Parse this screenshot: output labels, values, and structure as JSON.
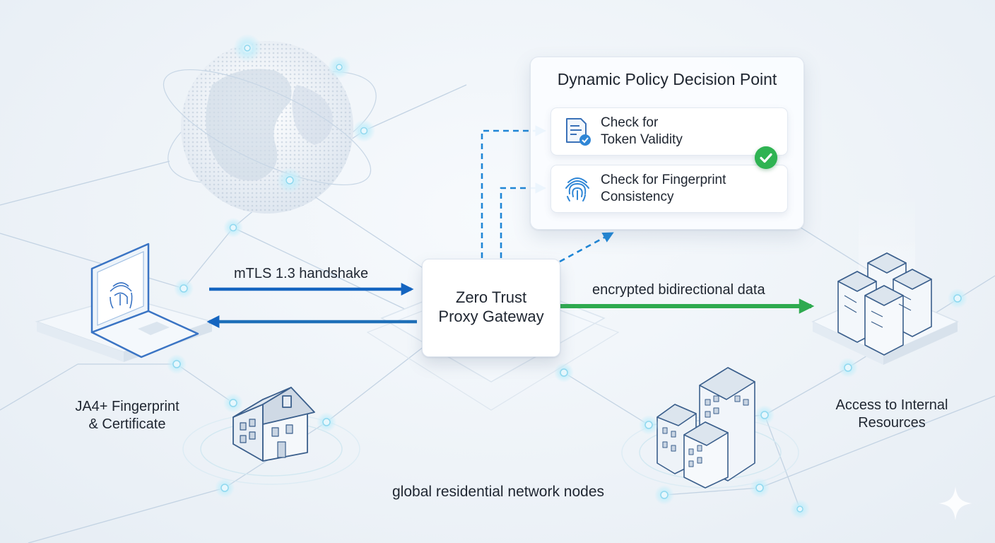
{
  "labels": {
    "handshake": "mTLS 1.3 handshake",
    "encrypted": "encrypted bidirectional data",
    "gateway_line1": "Zero Trust",
    "gateway_line2": "Proxy Gateway",
    "client_line1": "JA4+ Fingerprint",
    "client_line2": "& Certificate",
    "resources_line1": "Access to Internal",
    "resources_line2": "Resources",
    "network": "global residential network nodes"
  },
  "policy": {
    "title": "Dynamic Policy Decision Point",
    "checks": [
      {
        "line1": "Check for",
        "line2": "Token Validity",
        "icon": "document-check-icon"
      },
      {
        "line1": "Check for Fingerprint",
        "line2": "Consistency",
        "icon": "fingerprint-icon"
      }
    ],
    "status_icon": "checkmark-badge-icon"
  },
  "colors": {
    "handshake_arrow": "#1565c0",
    "return_arrow": "#1e6fb8",
    "encrypted_arrow": "#2eaa4f",
    "policy_dashed": "#1f86d6",
    "success": "#2fb352",
    "node_glow": "#8fd8ef",
    "line": "#b9cce0"
  }
}
